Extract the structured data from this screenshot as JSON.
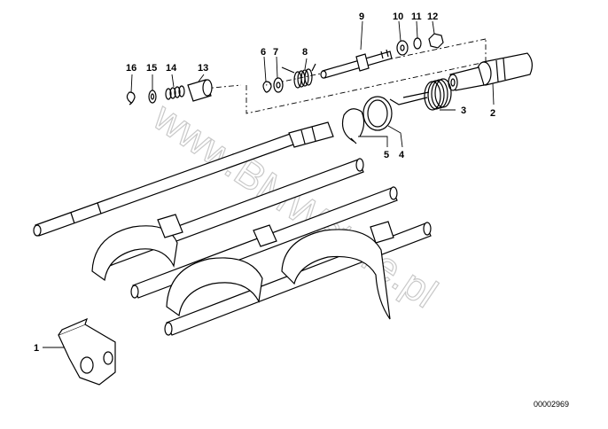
{
  "diagram": {
    "watermark": "www.BMWstore.pl",
    "reference_number": "00002969",
    "callouts": [
      {
        "id": "1",
        "label": "1"
      },
      {
        "id": "2",
        "label": "2"
      },
      {
        "id": "3",
        "label": "3"
      },
      {
        "id": "4",
        "label": "4"
      },
      {
        "id": "5",
        "label": "5"
      },
      {
        "id": "6",
        "label": "6"
      },
      {
        "id": "7",
        "label": "7"
      },
      {
        "id": "8",
        "label": "8"
      },
      {
        "id": "9",
        "label": "9"
      },
      {
        "id": "10",
        "label": "10"
      },
      {
        "id": "11",
        "label": "11"
      },
      {
        "id": "12",
        "label": "12"
      },
      {
        "id": "13",
        "label": "13"
      },
      {
        "id": "14",
        "label": "14"
      },
      {
        "id": "15",
        "label": "15"
      },
      {
        "id": "16",
        "label": "16"
      }
    ]
  }
}
